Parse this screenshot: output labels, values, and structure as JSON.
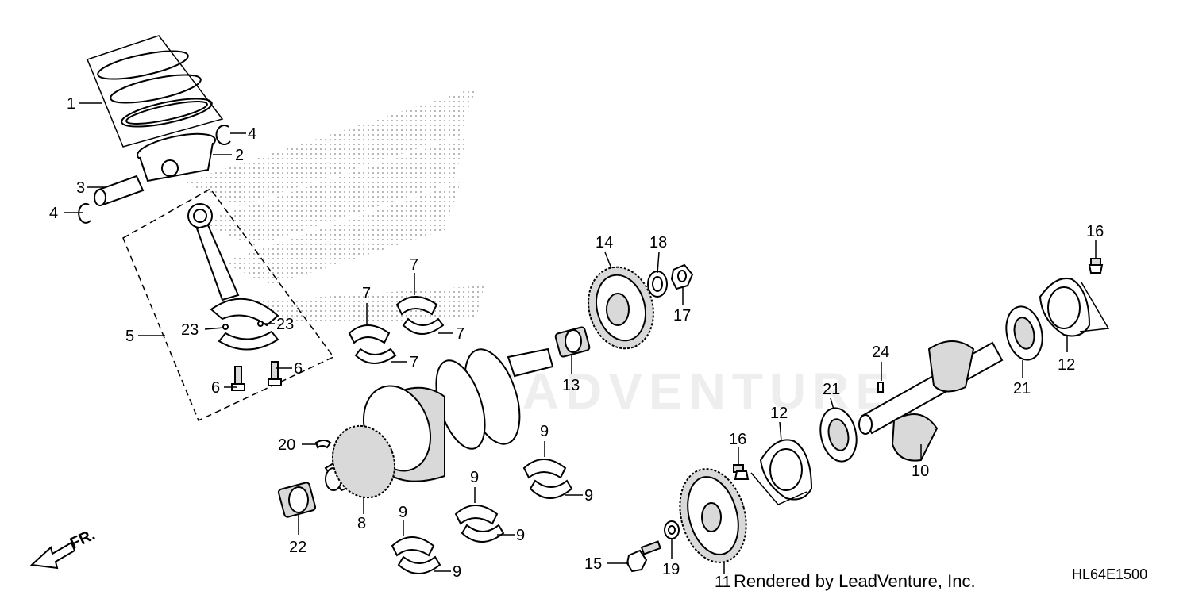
{
  "diagram": {
    "callouts": [
      "1",
      "2",
      "3",
      "4",
      "4",
      "5",
      "6",
      "6",
      "7",
      "7",
      "7",
      "7",
      "23",
      "23",
      "14",
      "18",
      "17",
      "13",
      "8",
      "20",
      "22",
      "9",
      "9",
      "9",
      "9",
      "9",
      "9",
      "9",
      "16",
      "12",
      "21",
      "24",
      "21",
      "10",
      "12",
      "16",
      "15",
      "19",
      "11"
    ],
    "front_marker": "FR.",
    "footer_credit": "Rendered by LeadVenture, Inc.",
    "diagram_code": "HL64E1500",
    "watermark": "LEADVENTURE"
  }
}
